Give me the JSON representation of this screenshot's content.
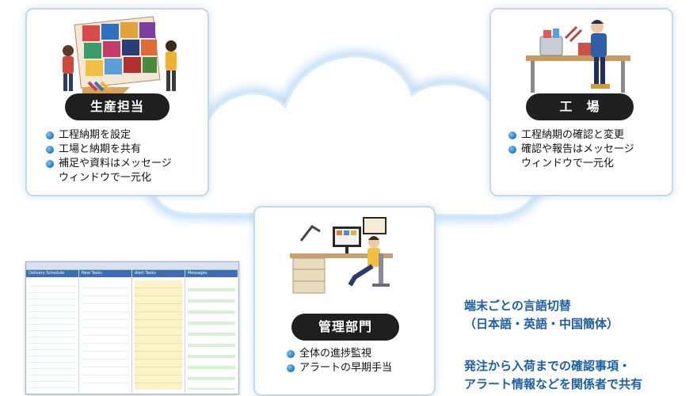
{
  "production": {
    "title": "生産担当",
    "items": [
      "工程納期を設定",
      "工場と納期を共有",
      "補足や資料はメッセージ"
    ],
    "continuation": "ウィンドウで一元化"
  },
  "factory": {
    "title": "工　場",
    "items": [
      "工程納期の確認と変更",
      "確認や報告はメッセージ"
    ],
    "continuation": "ウィンドウで一元化"
  },
  "management": {
    "title": "管理部門",
    "items": [
      "全体の進捗監視",
      "アラートの早期手当"
    ]
  },
  "notes": {
    "lang_line1": "端末ごとの言語切替",
    "lang_line2": "（日本語・英語・中国簡体）",
    "share_line1": "発注から入荷までの確認事項・",
    "share_line2": "アラート情報などを関係者で共有"
  },
  "screenshot_panel": {
    "columns": [
      "Delivery Schedule",
      "New Tasks",
      "Alert Tasks",
      "Messages"
    ]
  },
  "colors": {
    "accent_blue": "#1e78c8",
    "note_blue": "#1a5fa8",
    "pill_black": "#1f1f1f",
    "card_border": "#c5d9ec"
  }
}
